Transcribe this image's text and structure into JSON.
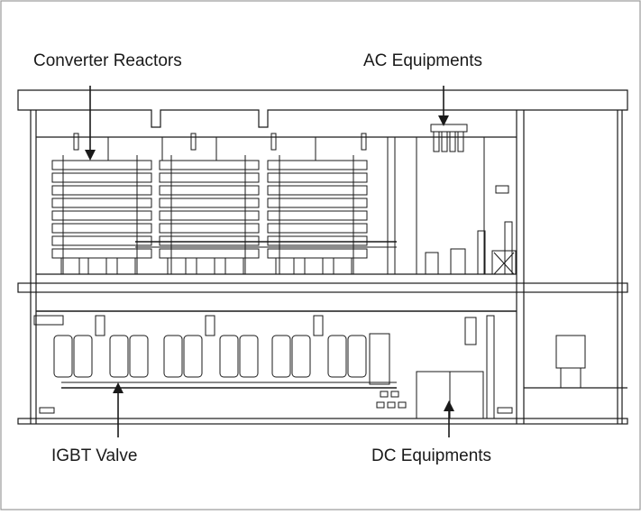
{
  "labels": {
    "converter_reactors": "Converter Reactors",
    "ac_equipments": "AC Equipments",
    "igbt_valve": "IGBT Valve",
    "dc_equipments": "DC Equipments"
  },
  "colors": {
    "line": "#1a1a1a",
    "frame": "#9a9a9a",
    "background": "#ffffff"
  },
  "icons": [
    "arrow-down-icon",
    "arrow-up-icon"
  ]
}
